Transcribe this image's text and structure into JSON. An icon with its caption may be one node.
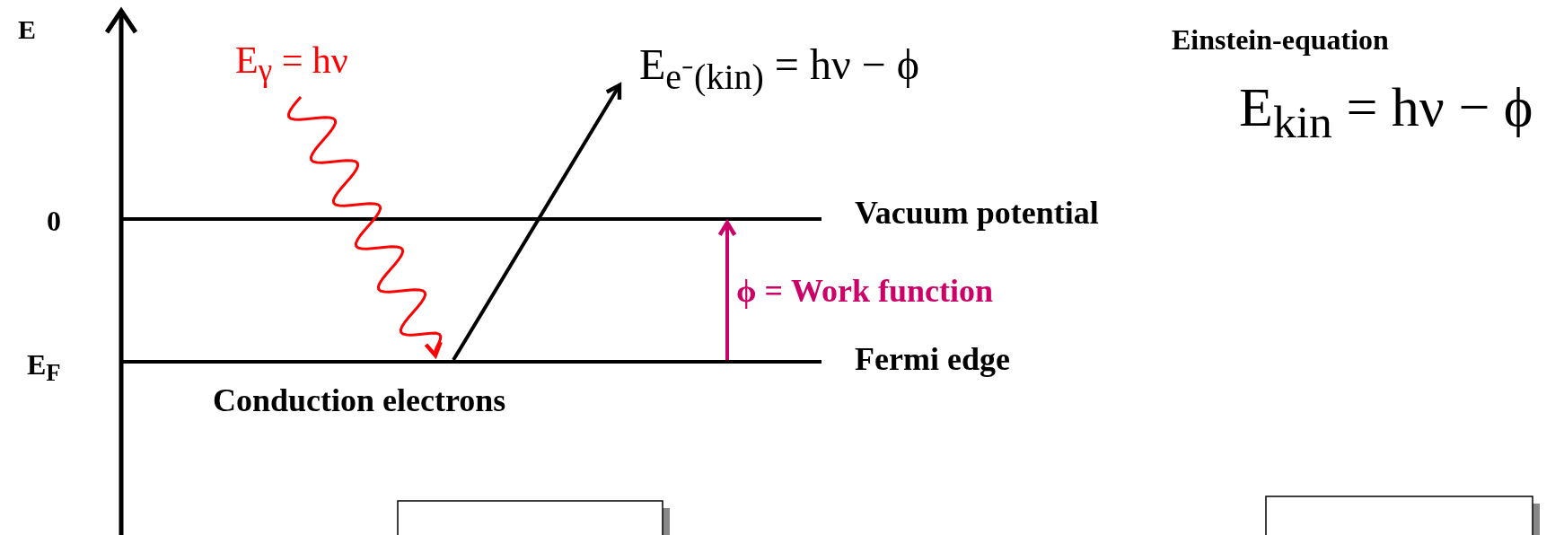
{
  "diagram": {
    "nodes": [
      {
        "text": [],
        "shape": "bar",
        "beside": [
          "Vacuum potential"
        ]
      },
      {
        "text": [],
        "shape": "bar",
        "beside": [
          "Fermi edge"
        ]
      },
      {
        "text": [
          "E$_{γ}$ = hν"
        ]
      },
      {
        "text": [
          "E$_{e⁻(kin)}$ = hν − ϕ"
        ]
      },
      {
        "text": [],
        "shape": "box"
      },
      {
        "text": [],
        "shape": "box"
      }
    ],
    "edges": [
      {
        "from": 2,
        "to": 1,
        "arrow": "to",
        "color": "#ff0000"
      },
      {
        "from": 1,
        "to": 3,
        "arrow": "to",
        "color": "#000000"
      },
      {
        "from": 1,
        "to": 0,
        "arrow": "to",
        "label": "ϕ = Work function",
        "color": "#cc0066"
      }
    ],
    "labels": [
      "E",
      "0",
      "E$_{F}$",
      "Conduction electrons",
      "Einstein-equation",
      "E$_{kin}$ = hν − ϕ"
    ]
  }
}
